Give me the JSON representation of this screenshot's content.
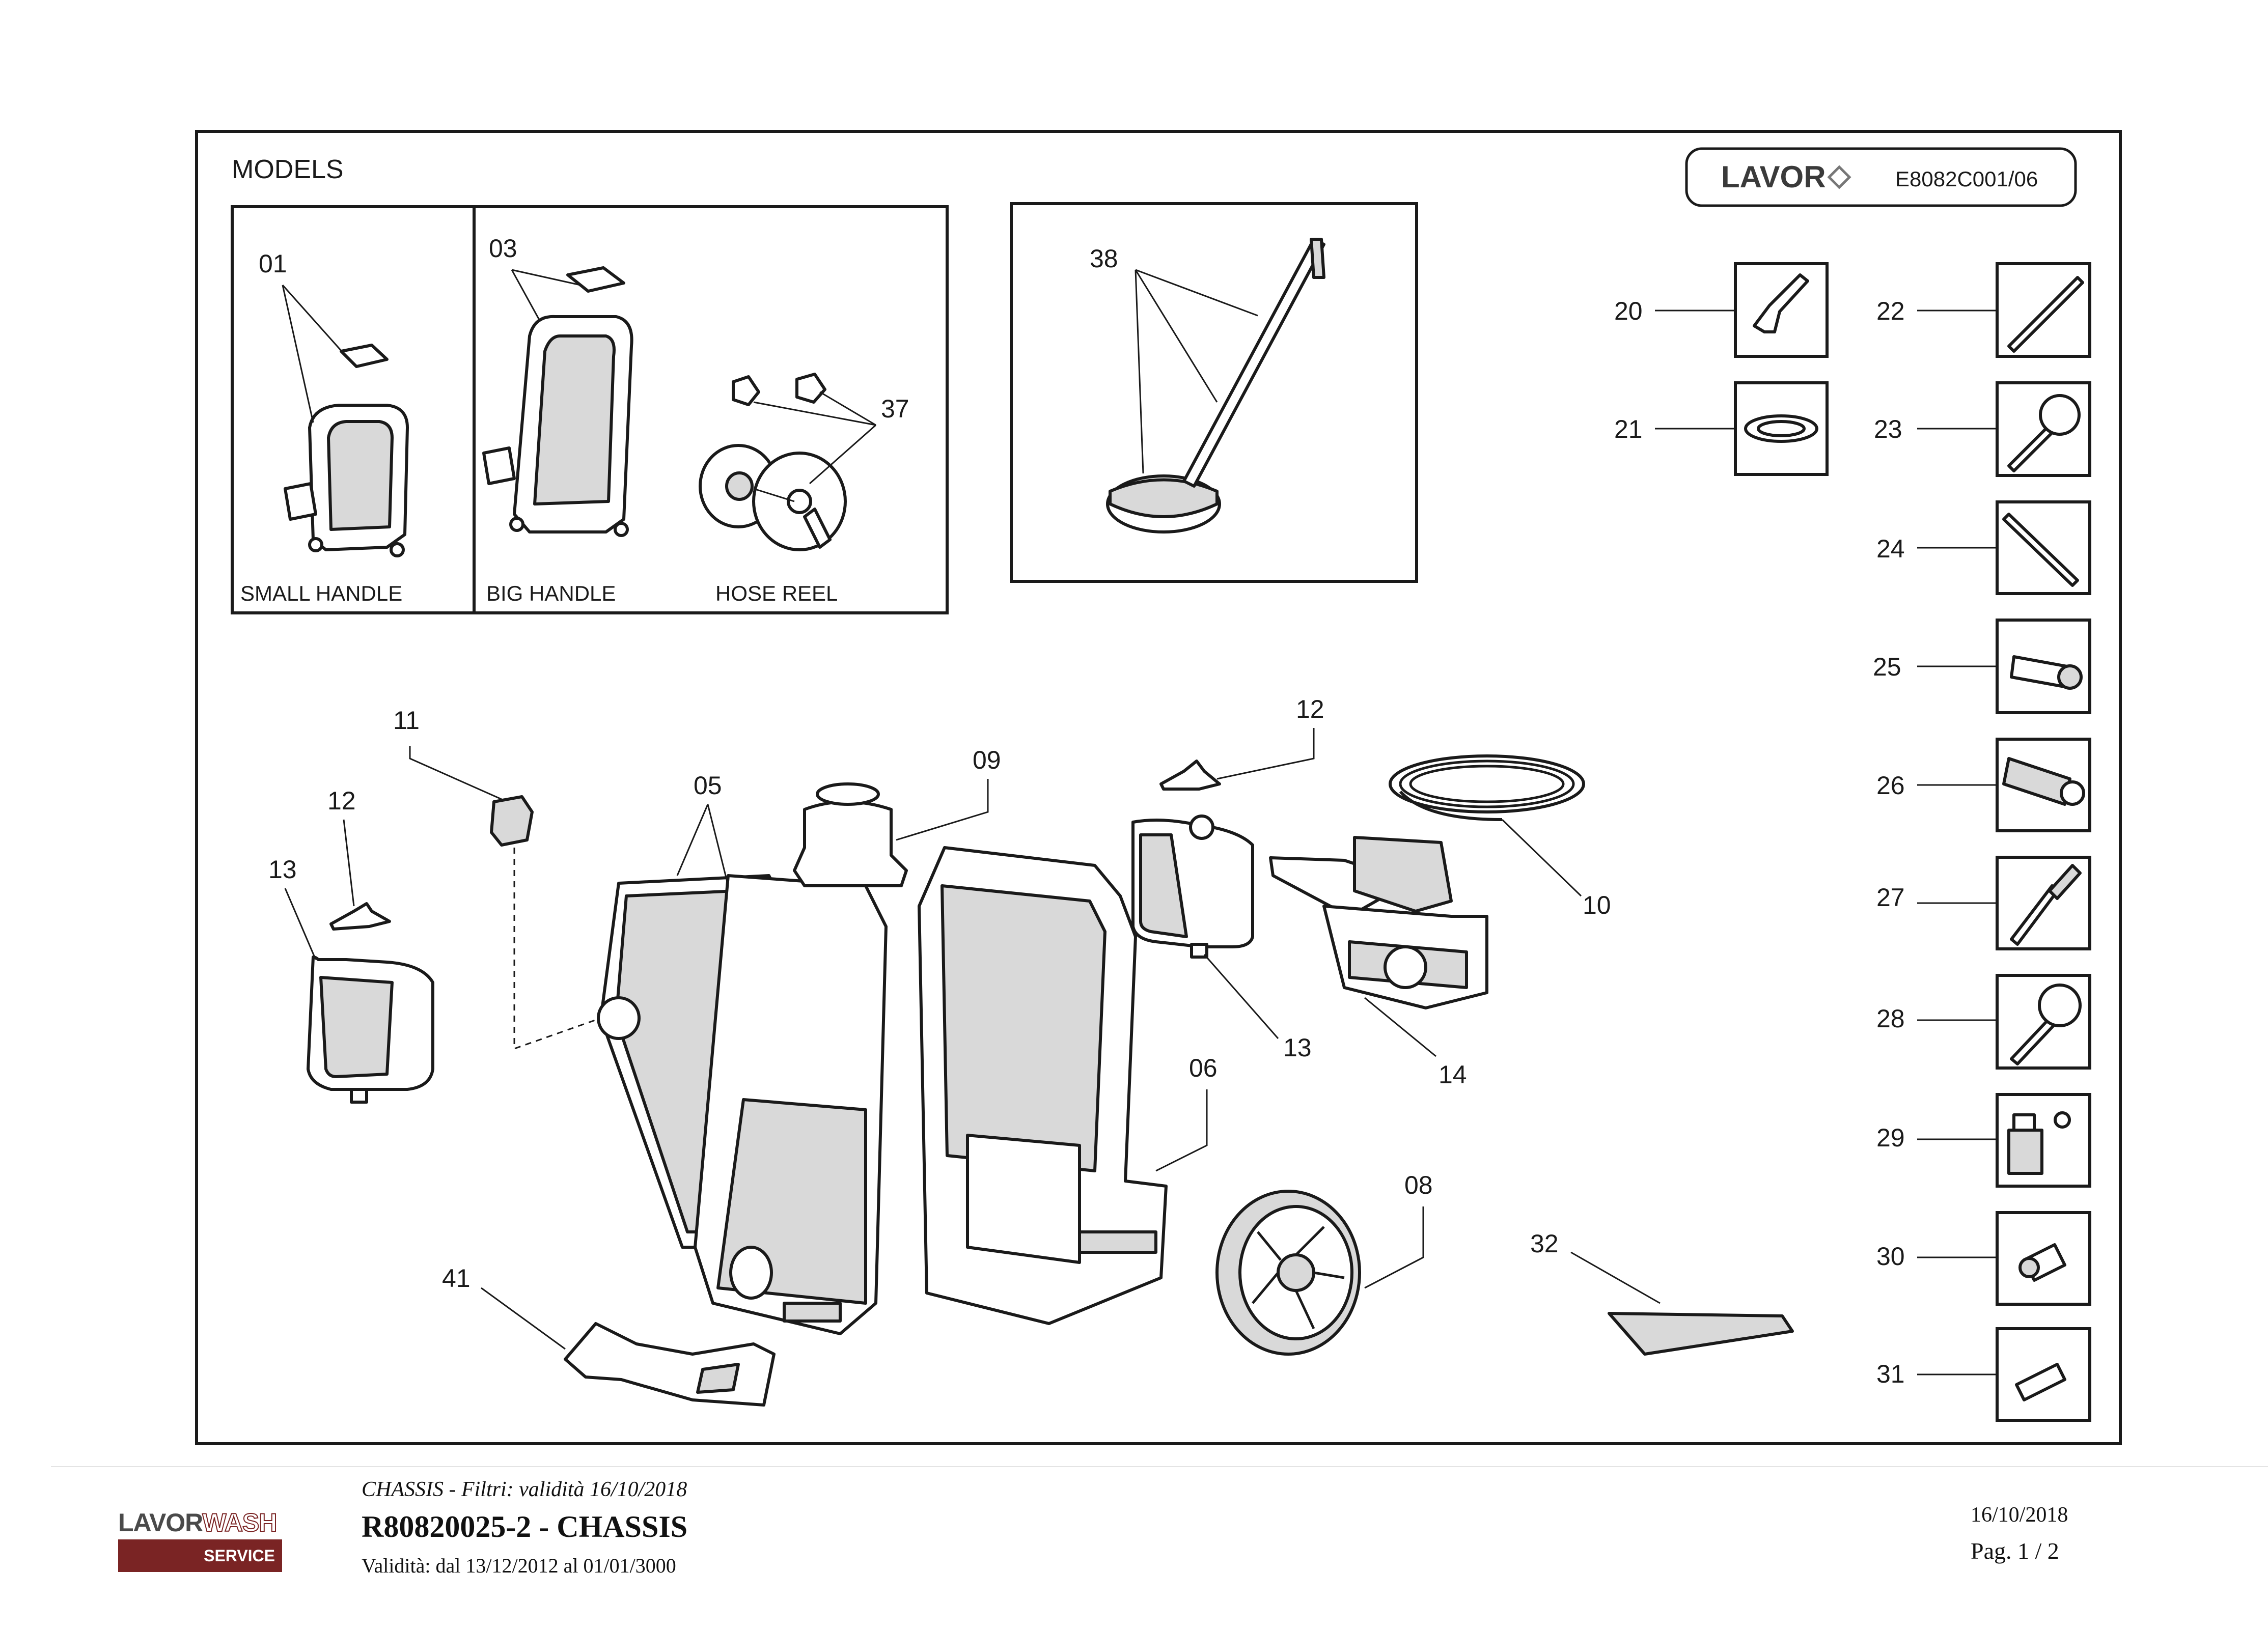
{
  "header": {
    "models": "MODELS",
    "brand": "LAVOR",
    "code": "E8082C001/06"
  },
  "models": {
    "small_handle": "SMALL HANDLE",
    "big_handle": "BIG HANDLE",
    "hose_reel": "HOSE REEL"
  },
  "labels": {
    "p01": "01",
    "p03": "03",
    "p37": "37",
    "p38": "38",
    "p05": "05",
    "p06": "06",
    "p08": "08",
    "p09": "09",
    "p10": "10",
    "p11": "11",
    "p12a": "12",
    "p12b": "12",
    "p13a": "13",
    "p13b": "13",
    "p14": "14",
    "p32": "32",
    "p41": "41"
  },
  "accessories": {
    "p20": "20",
    "p21": "21",
    "p22": "22",
    "p23": "23",
    "p24": "24",
    "p25": "25",
    "p26": "26",
    "p27": "27",
    "p28": "28",
    "p29": "29",
    "p30": "30",
    "p31": "31"
  },
  "footer": {
    "caption": "CHASSIS - Filtri: validità 16/10/2018",
    "title": "R80820025-2 - CHASSIS",
    "validity": "Validità: dal 13/12/2012 al 01/01/3000",
    "date": "16/10/2018",
    "page": "Pag. 1 / 2",
    "logo_a": "LAVOR",
    "logo_b": "WASH",
    "logo_service": "SERVICE"
  }
}
